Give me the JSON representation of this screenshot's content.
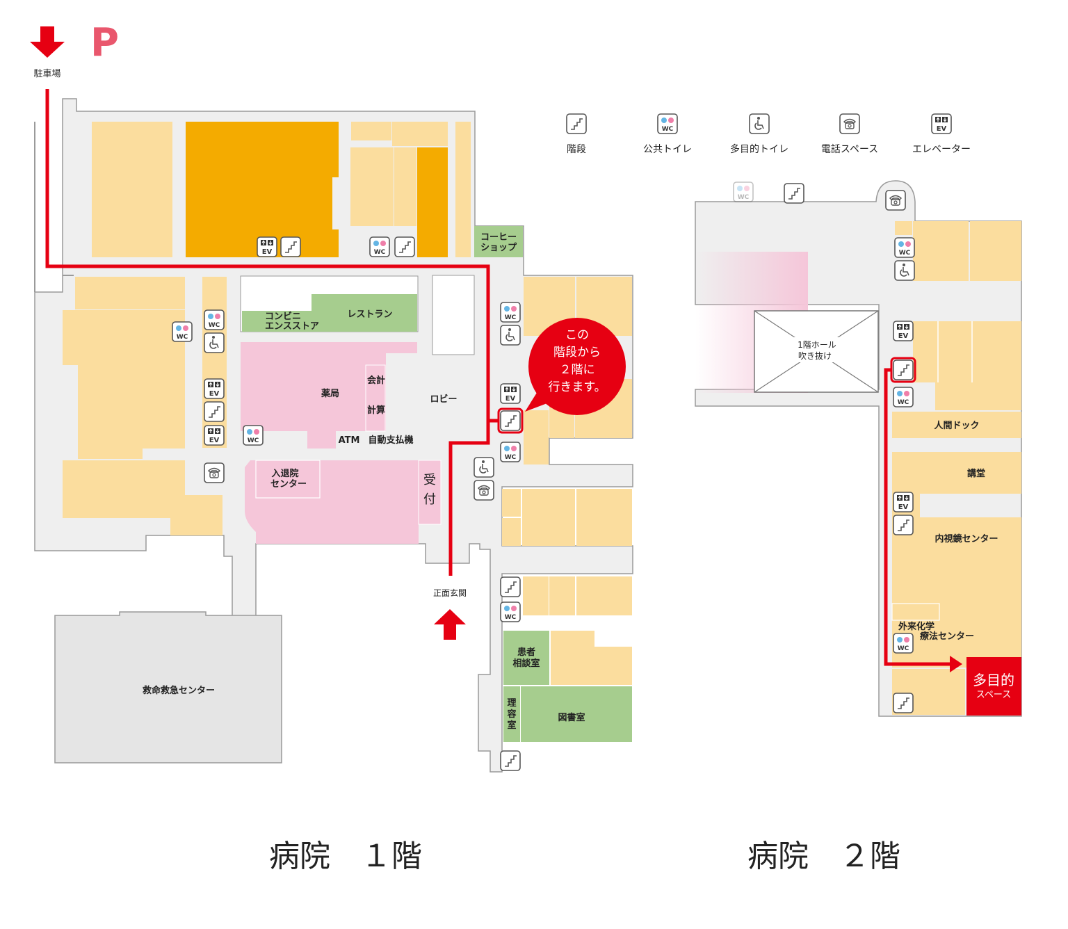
{
  "parking": {
    "letter": "P",
    "label": "駐車場"
  },
  "legend": [
    {
      "icon": "stairs-icon",
      "label": "階段"
    },
    {
      "icon": "wc-icon",
      "label": "公共トイレ"
    },
    {
      "icon": "accessible-toilet-icon",
      "label": "多目的トイレ"
    },
    {
      "icon": "phone-icon",
      "label": "電話スペース"
    },
    {
      "icon": "elevator-icon",
      "label": "エレベーター"
    }
  ],
  "floor1": {
    "title": "病院　１階",
    "rooms": {
      "coffee": [
        "コーヒー",
        "ショップ"
      ],
      "convenience": [
        "コンビニ",
        "エンスストア"
      ],
      "restaurant": "レストラン",
      "pharmacy": "薬局",
      "cashier": "会計",
      "calc": "計算",
      "lobby": "ロビー",
      "atm": "ATM",
      "autopay": "自動支払機",
      "admission": [
        "入退院",
        "センター"
      ],
      "reception": [
        "受",
        "付"
      ],
      "entrance": "正面玄関",
      "consult": [
        "患者",
        "相談室"
      ],
      "barber": [
        "理",
        "容",
        "室"
      ],
      "library": "図書室",
      "emergency": "救命救急センター"
    },
    "callout": [
      "この",
      "階段から",
      "２階に",
      "行きます。"
    ]
  },
  "floor2": {
    "title": "病院　２階",
    "rooms": {
      "hall": [
        "1階ホール",
        "吹き抜け"
      ],
      "dock": "人間ドック",
      "auditorium": "講堂",
      "endoscopy": "内視鏡センター",
      "chemo": [
        "外来化学",
        "療法センター"
      ],
      "multipurpose": [
        "多目的",
        "スペース"
      ]
    }
  },
  "icon_labels": {
    "wc": "WC",
    "ev": "EV"
  },
  "colors": {
    "route": "#e60012",
    "corridor": "#efefef",
    "wall": "#9a9a9a",
    "room": "#fbdd9e",
    "highlight_room": "#f4ab00",
    "medical": "#f5c6d9",
    "amenity": "#a6cd8e",
    "target": "#e60012",
    "parking": "#e9576d"
  }
}
